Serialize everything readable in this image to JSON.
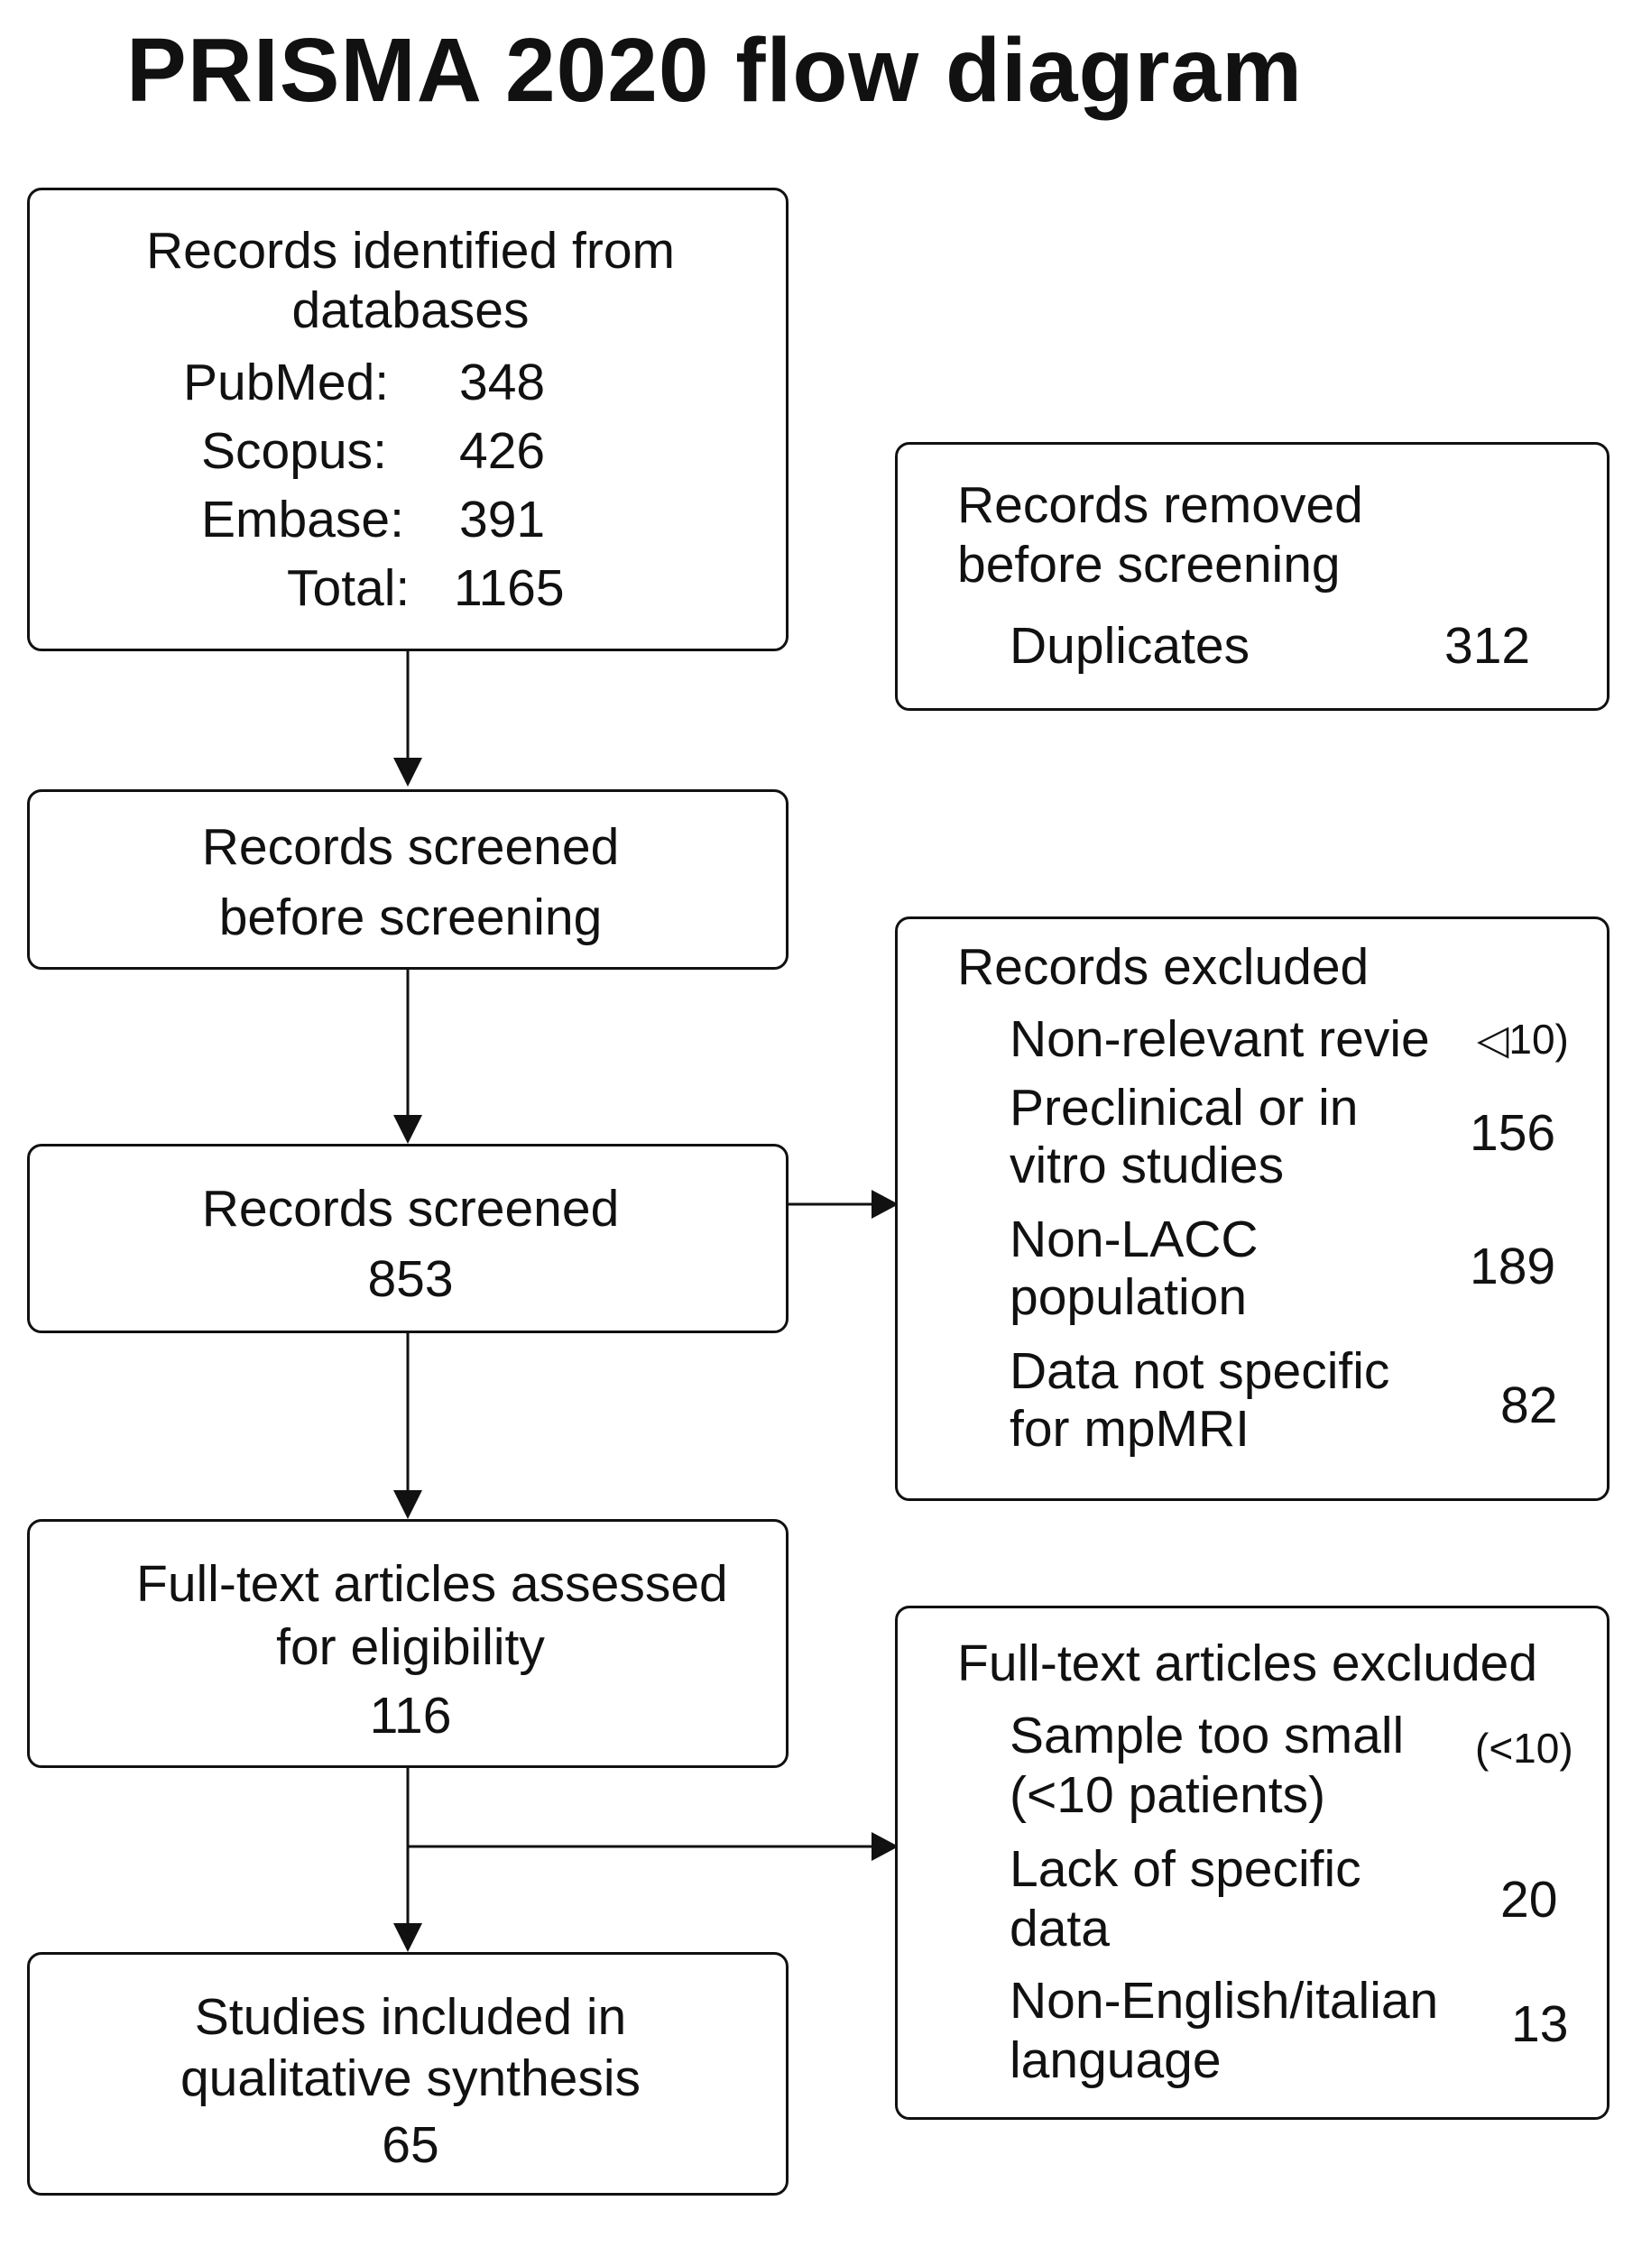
{
  "title": "PRISMA 2020 flow diagram",
  "identified": {
    "heading_line1": "Records identified from",
    "heading_line2": "databases",
    "rows": [
      {
        "label": "PubMed:",
        "value": "348"
      },
      {
        "label": "Scopus:",
        "value": "426"
      },
      {
        "label": "Embase:",
        "value": "391"
      },
      {
        "label": "Total:",
        "value": "1165"
      }
    ]
  },
  "removed": {
    "heading_line1": "Records removed",
    "heading_line2": "before screening",
    "item_label": "Duplicates",
    "item_value": "312"
  },
  "screened_before": {
    "line1": "Records screened",
    "line2": "before screening"
  },
  "screened": {
    "line1": "Records screened",
    "value": "853"
  },
  "excluded": {
    "heading": "Records excluded",
    "items": [
      {
        "line1": "Non-relevant revie",
        "line2": "",
        "value": "◁10)"
      },
      {
        "line1": "Preclinical or in",
        "line2": "vitro studies",
        "value": "156"
      },
      {
        "line1": "Non-LACC",
        "line2": "population",
        "value": "189"
      },
      {
        "line1": "Data not specific",
        "line2": "for mpMRI",
        "value": "82"
      }
    ]
  },
  "fulltext": {
    "line1": "Full-text articles assessed",
    "line2": "for eligibility",
    "value": "116"
  },
  "fulltext_excluded": {
    "heading": "Full-text articles excluded",
    "items": [
      {
        "line1": "Sample too small",
        "line2": "(<10 patients)",
        "value": "(<10)"
      },
      {
        "line1": "Lack of specific",
        "line2": "data",
        "value": "20"
      },
      {
        "line1": "Non-English/italian",
        "line2": "language",
        "value": "13"
      }
    ]
  },
  "included": {
    "line1": "Studies included in",
    "line2": "qualitative synthesis",
    "value": "65"
  }
}
